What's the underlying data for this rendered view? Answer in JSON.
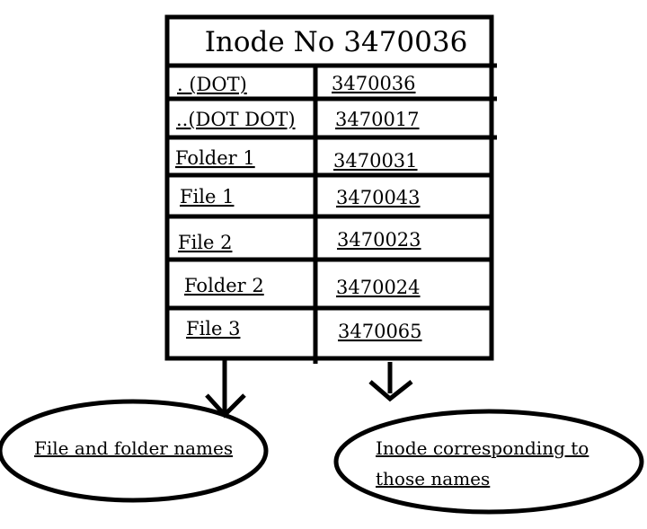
{
  "table": {
    "title": "Inode No 3470036",
    "rows": [
      {
        "name": ". (DOT)",
        "inode": "3470036"
      },
      {
        "name": "..(DOT DOT)",
        "inode": "3470017"
      },
      {
        "name": "Folder 1",
        "inode": "3470031"
      },
      {
        "name": "File 1",
        "inode": "3470043"
      },
      {
        "name": "File 2",
        "inode": "3470023"
      },
      {
        "name": "Folder 2",
        "inode": "3470024"
      },
      {
        "name": "File 3",
        "inode": "3470065"
      }
    ]
  },
  "callouts": {
    "left_label": "File and folder names",
    "right_label_line1": "Inode corresponding to",
    "right_label_line2": "those names"
  }
}
